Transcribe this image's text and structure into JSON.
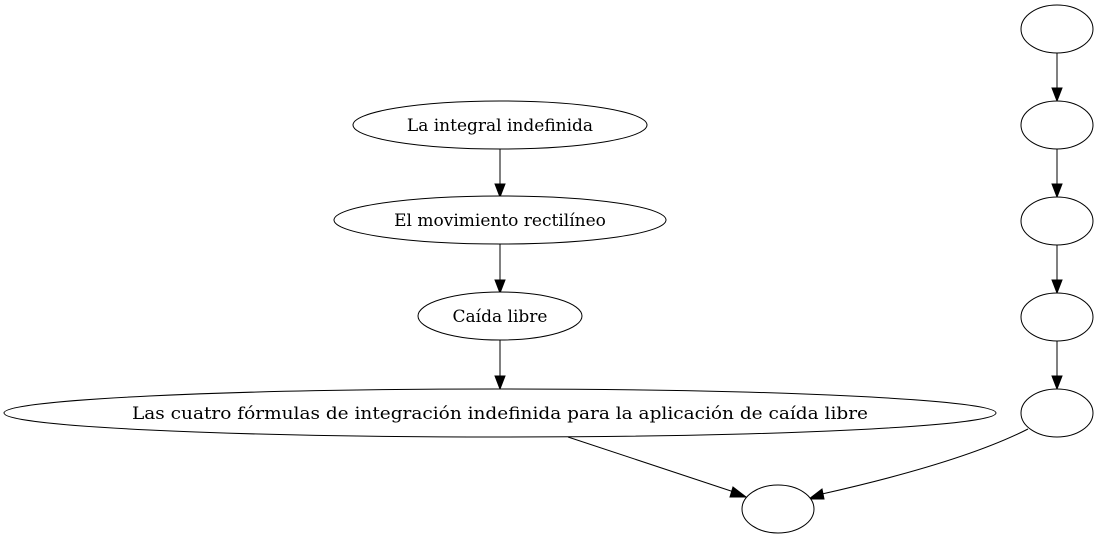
{
  "diagram": {
    "nodes": {
      "integral": {
        "label": "La integral indefinida"
      },
      "movimiento": {
        "label": "El movimiento rectilíneo"
      },
      "caida": {
        "label": "Caída libre"
      },
      "formulas": {
        "label": "Las cuatro fórmulas de integración indefinida para la aplicación de caída libre"
      },
      "target": {
        "label": ""
      },
      "chain1": {
        "label": ""
      },
      "chain2": {
        "label": ""
      },
      "chain3": {
        "label": ""
      },
      "chain4": {
        "label": ""
      },
      "chain5": {
        "label": ""
      }
    },
    "edges": [
      {
        "from": "integral",
        "to": "movimiento"
      },
      {
        "from": "movimiento",
        "to": "caida"
      },
      {
        "from": "caida",
        "to": "formulas"
      },
      {
        "from": "formulas",
        "to": "target"
      },
      {
        "from": "chain1",
        "to": "chain2"
      },
      {
        "from": "chain2",
        "to": "chain3"
      },
      {
        "from": "chain3",
        "to": "chain4"
      },
      {
        "from": "chain4",
        "to": "chain5"
      },
      {
        "from": "chain5",
        "to": "target"
      }
    ]
  }
}
